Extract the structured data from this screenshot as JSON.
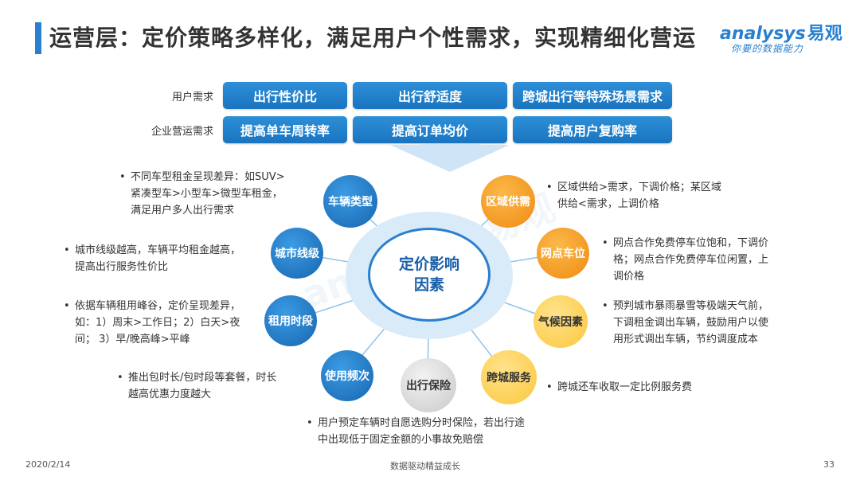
{
  "header": {
    "title": "运营层：定价策略多样化，满足用户个性需求，实现精细化营运"
  },
  "logo": {
    "brand": "analysys",
    "brand_cn": "易观",
    "slogan": "你要的数据能力"
  },
  "rows": {
    "user_needs_label": "用户需求",
    "biz_needs_label": "企业营运需求",
    "user_needs": [
      "出行性价比",
      "出行舒适度",
      "跨城出行等特殊场景需求"
    ],
    "biz_needs": [
      "提高单车周转率",
      "提高订单均价",
      "提高用户复购率"
    ]
  },
  "center": {
    "line1": "定价影响",
    "line2": "因素"
  },
  "nodes": {
    "vehicle_type": "车辆类型",
    "city_tier": "城市线级",
    "rental_period": "租用时段",
    "usage_freq": "使用频次",
    "insurance": "出行保险",
    "cross_city": "跨城服务",
    "weather": "气候因素",
    "outlet_parking": "网点车位",
    "regional_supply": "区域供需"
  },
  "descriptions": {
    "vehicle_type": [
      "不同车型租金呈现差异：如SUV>",
      "紧凑型车>小型车>微型车租金，",
      "满足用户多人出行需求"
    ],
    "city_tier": [
      "城市线级越高，车辆平均租金越高，",
      "提高出行服务性价比"
    ],
    "rental_period": [
      "依据车辆租用峰谷，定价呈现差异，",
      "如：1）周末>工作日；2）白天>夜",
      "间；  3）早/晚高峰>平峰"
    ],
    "usage_freq": [
      "推出包时长/包时段等套餐，时长",
      "越高优惠力度越大"
    ],
    "insurance": [
      "用户预定车辆时自愿选购分时保险，若出行途",
      "中出现低于固定金额的小事故免赔偿"
    ],
    "cross_city": [
      "跨城还车收取一定比例服务费"
    ],
    "weather": [
      "预判城市暴雨暴雪等极端天气前，",
      "下调租金调出车辆，鼓励用户以使",
      "用形式调出车辆，节约调度成本"
    ],
    "outlet_parking": [
      "网点合作免费停车位饱和，下调价",
      "格；网点合作免费停车位闲置，上",
      "调价格"
    ],
    "regional_supply": [
      "区域供给>需求，下调价格；某区域",
      "供给<需求，上调价格"
    ]
  },
  "bullet": "•",
  "footer": {
    "date": "2020/2/14",
    "center": "数据驱动精益成长",
    "page": "33"
  }
}
